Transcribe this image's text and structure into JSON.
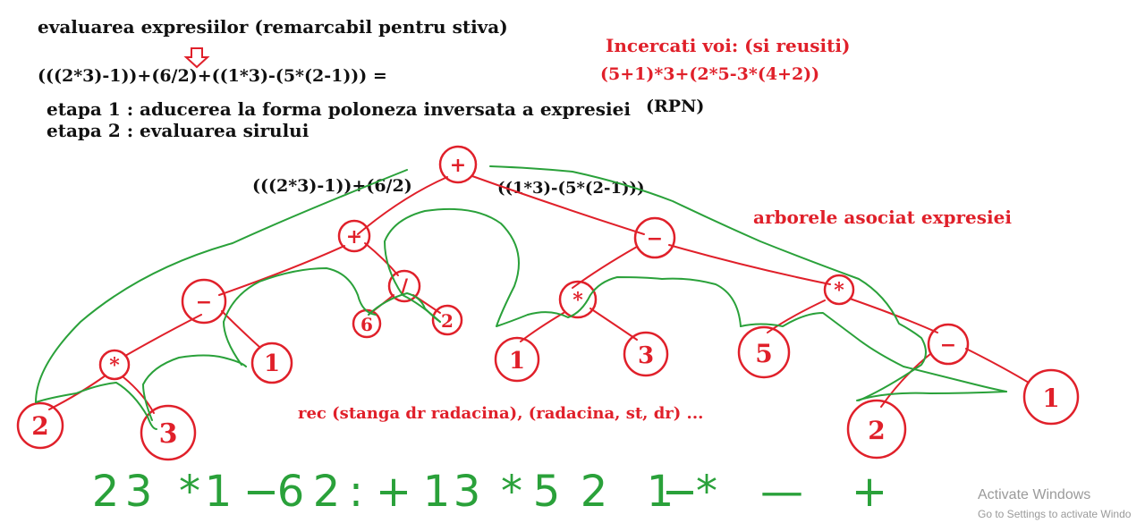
{
  "header": {
    "title": "evaluarea expresiilor (remarcabil pentru stiva)",
    "expression": "(((2*3)-1))+(6/2)+((1*3)-(5*(2-1))) =",
    "step1": "etapa 1 : aducerea la forma poloneza inversata a expresiei",
    "rpn_label": "(RPN)",
    "step2": "etapa 2 : evaluarea sirului"
  },
  "exercise": {
    "title": "Incercati voi: (si reusiti)",
    "expression": "(5+1)*3+(2*5-3*(4+2))"
  },
  "tree": {
    "left_subexpr": "(((2*3)-1))+(6/2)",
    "right_subexpr": "((1*3)-(5*(2-1)))",
    "caption": "arborele asociat expresiei",
    "nodes": {
      "root": "+",
      "l": "+",
      "lminus": "−",
      "lmul": "*",
      "l2": "2",
      "l3": "3",
      "l1": "1",
      "div": "/",
      "d6": "6",
      "d2": "2",
      "r": "−",
      "rmul": "*",
      "r1": "1",
      "r3": "3",
      "rmul2": "*",
      "r5": "5",
      "rminus": "−",
      "r2": "2",
      "rr1": "1"
    }
  },
  "traversal": "rec (stanga dr radacina), (radacina, st, dr) ...",
  "rpn_result": [
    "2",
    "3",
    "*",
    "1",
    "−",
    "6",
    "2",
    ":",
    "+",
    "1",
    "3",
    "*",
    "5",
    "2",
    "1",
    "−",
    "*",
    "—",
    "+"
  ],
  "watermark": {
    "title": "Activate Windows",
    "subtitle": "Go to Settings to activate Windo"
  },
  "colors": {
    "black": "#111111",
    "red": "#e0202a",
    "green": "#2aa13a",
    "watermark": "#9a9a9a"
  }
}
